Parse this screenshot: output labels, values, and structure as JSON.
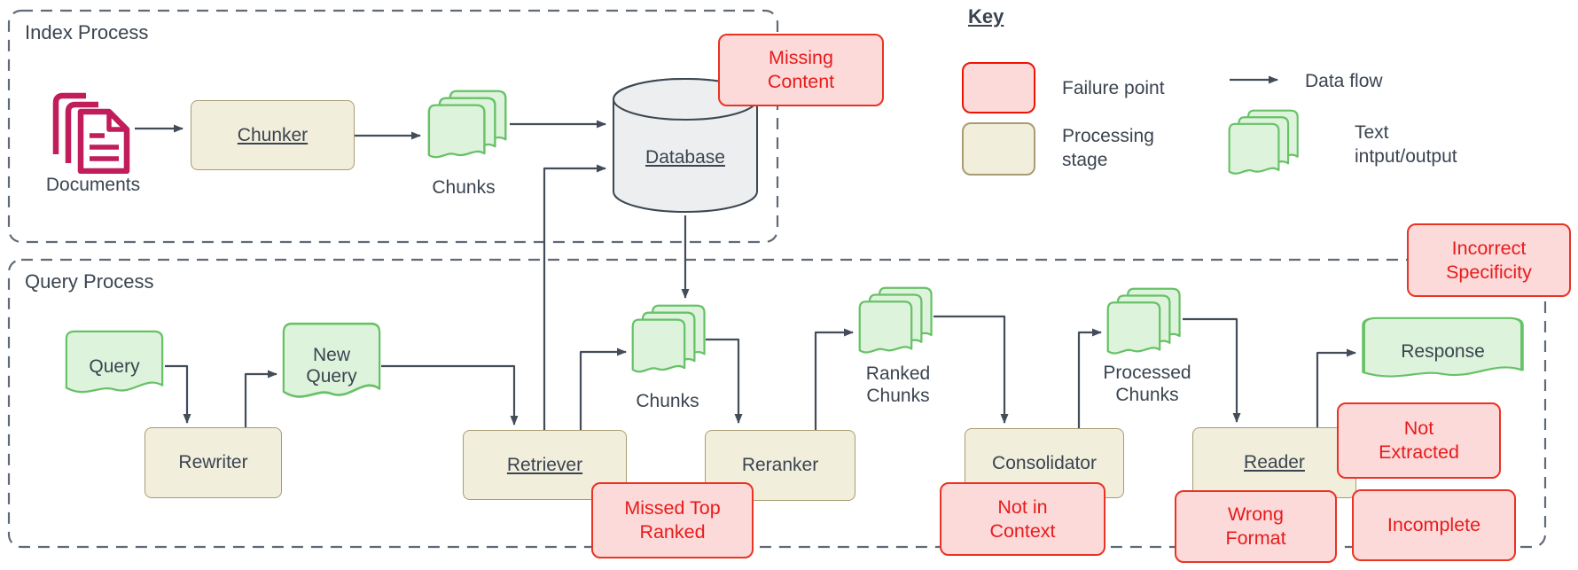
{
  "index_process": {
    "title": "Index Process",
    "documents_label": "Documents",
    "chunker_label": "Chunker",
    "chunks_label": "Chunks",
    "database_label": "Database",
    "failure_missing_content": "Missing\nContent"
  },
  "query_process": {
    "title": "Query Process",
    "query_label": "Query",
    "rewriter_label": "Rewriter",
    "new_query_label": "New\nQuery",
    "retriever_label": "Retriever",
    "chunks_label": "Chunks",
    "reranker_label": "Reranker",
    "ranked_chunks_label": "Ranked\nChunks",
    "consolidator_label": "Consolidator",
    "processed_chunks_label": "Processed\nChunks",
    "reader_label": "Reader",
    "response_label": "Response",
    "failure_missed_top_ranked": "Missed Top\nRanked",
    "failure_not_in_context": "Not in\nContext",
    "failure_wrong_format": "Wrong\nFormat",
    "failure_incomplete": "Incomplete",
    "failure_not_extracted": "Not\nExtracted",
    "failure_incorrect_specificity": "Incorrect\nSpecificity"
  },
  "key": {
    "title": "Key",
    "failure_point_label": "Failure point",
    "data_flow_label": "Data flow",
    "processing_stage_label": "Processing\nstage",
    "text_io_label": "Text\nintput/output"
  },
  "colors": {
    "failure_fill": "#fcdada",
    "failure_border": "#e93323",
    "failure_text": "#e81b1b",
    "stage_fill": "#f2eedc",
    "stage_border": "#a89c72",
    "io_fill": "#def3dc",
    "io_border": "#67c167",
    "documents_icon": "#c01d5a",
    "database_fill": "#eceef0",
    "flow_line": "#434d5a",
    "label_text": "#3a4450",
    "dashed_border": "#5f6a76"
  }
}
